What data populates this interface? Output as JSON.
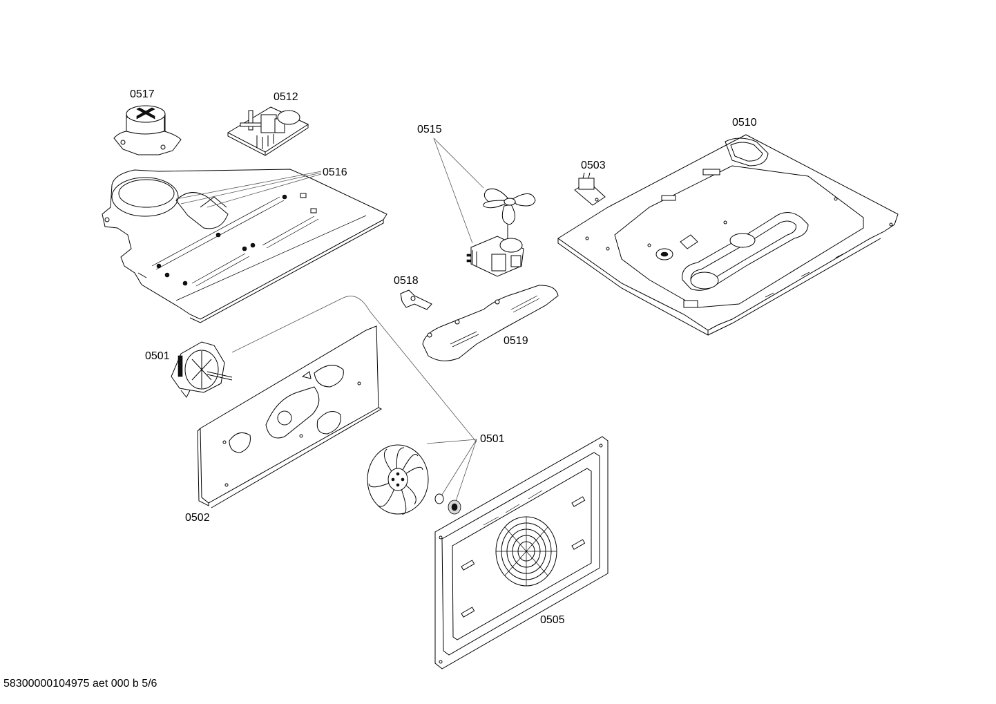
{
  "document_code": "58300000104975 aet 000 b 5/6",
  "parts": [
    {
      "id": "0517",
      "label": "0517",
      "icon": "fan-duct-collar-icon"
    },
    {
      "id": "0512",
      "label": "0512",
      "icon": "circuit-board-icon"
    },
    {
      "id": "0516",
      "label": "0516",
      "icon": "air-duct-plate-icon"
    },
    {
      "id": "0515",
      "label": "0515",
      "icon": "cooling-fan-motor-icon"
    },
    {
      "id": "0503",
      "label": "0503",
      "icon": "thermostat-switch-icon"
    },
    {
      "id": "0510",
      "label": "0510",
      "icon": "top-cover-panel-icon"
    },
    {
      "id": "0518",
      "label": "0518",
      "icon": "bracket-icon"
    },
    {
      "id": "0519",
      "label": "0519",
      "icon": "motor-mount-plate-icon"
    },
    {
      "id": "0501a",
      "label": "0501",
      "icon": "convection-fan-motor-icon"
    },
    {
      "id": "0501b",
      "label": "0501",
      "icon": "fan-wheel-icon"
    },
    {
      "id": "0502",
      "label": "0502",
      "icon": "rear-panel-icon"
    },
    {
      "id": "0505",
      "label": "0505",
      "icon": "oven-back-wall-icon"
    }
  ]
}
